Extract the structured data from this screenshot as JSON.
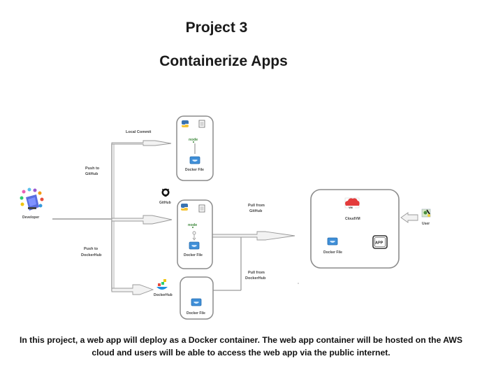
{
  "header": {
    "title": "Project 3",
    "subtitle": "Containerize Apps"
  },
  "description": "In this project, a web app will deploy as a Docker container. The web app container will be hosted on the AWS cloud and users will be able to access the web app via the public internet.",
  "diagram": {
    "nodes": {
      "developer": {
        "label": "Developer",
        "icon": "developer-icon"
      },
      "local_box": {
        "icons": [
          "python-icon",
          "document-icon",
          "nodejs-icon",
          "docker-file-icon"
        ],
        "docker_label": "Docker File"
      },
      "github": {
        "label": "GitHub",
        "icon": "github-icon"
      },
      "github_box": {
        "icons": [
          "python-icon",
          "document-icon",
          "nodejs-icon",
          "docker-file-icon"
        ],
        "docker_label": "Docker File"
      },
      "dockerhub": {
        "label": "DockerHub",
        "icon": "dockerhub-icon"
      },
      "dockerhub_box": {
        "docker_label": "Docker File"
      },
      "cloud_box": {
        "vm_label": "CloudVM",
        "vm_badge": "VM",
        "docker_label": "Docker File",
        "app_label": "APP"
      },
      "user": {
        "label": "User",
        "icon": "user-icon"
      }
    },
    "edges": {
      "local_commit": "Local Commit",
      "push_github": [
        "Push to",
        "GitHub"
      ],
      "push_dockerhub": [
        "Push to",
        "DockerHub"
      ],
      "pull_github": [
        "Pull from",
        "GitHub"
      ],
      "pull_dockerhub": [
        "Pull from",
        "DockerHub"
      ]
    }
  },
  "colors": {
    "line": "#9a9a9a",
    "box_border": "#8c8c8c",
    "docker_blue": "#3f8fd8",
    "cloud_red": "#e33b3b"
  }
}
